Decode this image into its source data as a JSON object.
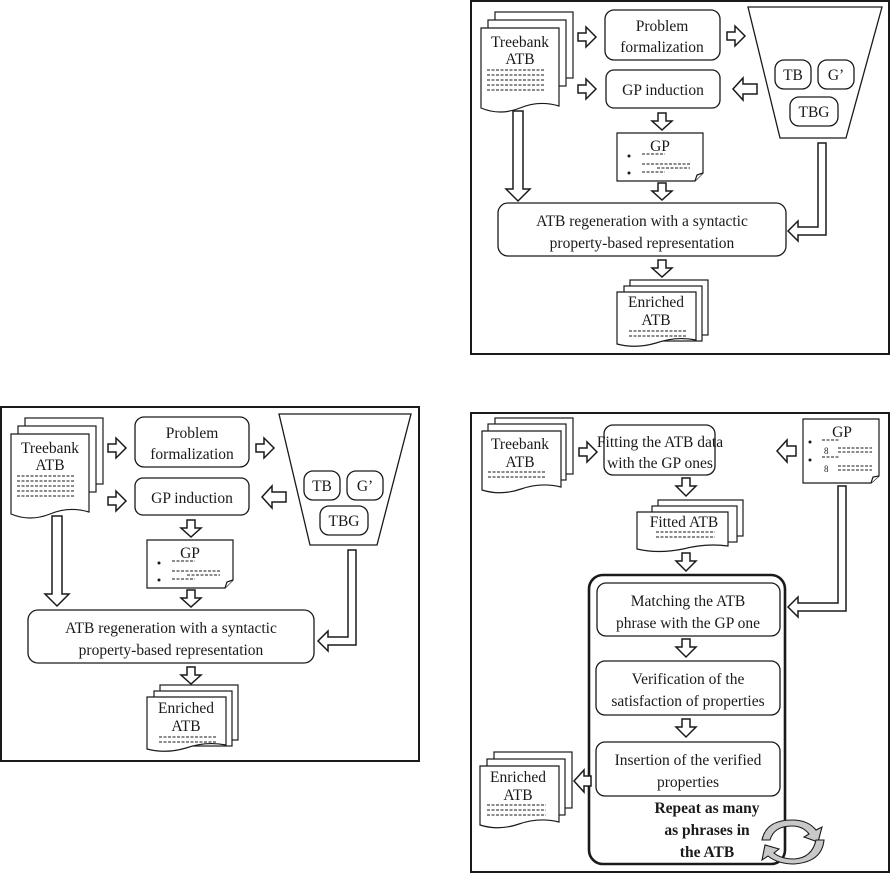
{
  "figures": [
    {
      "id": "top-right",
      "input_doc": {
        "line1": "Treebank",
        "line2": "ATB"
      },
      "problem_box": {
        "line1": "Problem",
        "line2": "formalization"
      },
      "induction_box": {
        "label": "GP induction"
      },
      "funnel": {
        "items": [
          "TB",
          "G’",
          "TBG"
        ]
      },
      "gp_doc": {
        "title": "GP"
      },
      "regen_box": {
        "line1": "ATB regeneration with a syntactic",
        "line2": "property-based representation"
      },
      "output_doc": {
        "line1": "Enriched",
        "line2": "ATB"
      }
    },
    {
      "id": "bottom-left",
      "input_doc": {
        "line1": "Treebank",
        "line2": "ATB"
      },
      "problem_box": {
        "line1": "Problem",
        "line2": "formalization"
      },
      "induction_box": {
        "label": "GP induction"
      },
      "funnel": {
        "items": [
          "TB",
          "G’",
          "TBG"
        ]
      },
      "gp_doc": {
        "title": "GP"
      },
      "regen_box": {
        "line1": "ATB regeneration with a syntactic",
        "line2": "property-based representation"
      },
      "output_doc": {
        "line1": "Enriched",
        "line2": "ATB"
      }
    }
  ],
  "enrichment": {
    "input_doc": {
      "line1": "Treebank",
      "line2": "ATB"
    },
    "fitting_box": {
      "line1": "Fitting the ATB data",
      "line2": "with the GP ones"
    },
    "gp_doc": {
      "title": "GP"
    },
    "fitted_doc": {
      "label": "Fitted ATB"
    },
    "matching_box": {
      "line1": "Matching the ATB",
      "line2": "phrase with the GP one"
    },
    "verification_box": {
      "line1": "Verification of the",
      "line2": "satisfaction of properties"
    },
    "insertion_box": {
      "line1": "Insertion of the verified",
      "line2": "properties"
    },
    "repeat_note": {
      "line1": "Repeat as many",
      "line2": "as phrases in",
      "line3": "the ATB"
    },
    "output_doc": {
      "line1": "Enriched",
      "line2": "ATB"
    }
  },
  "colors": {
    "line": "#1a1a1a",
    "cycle_fill": "#c8c8c8",
    "background": "#ffffff"
  }
}
